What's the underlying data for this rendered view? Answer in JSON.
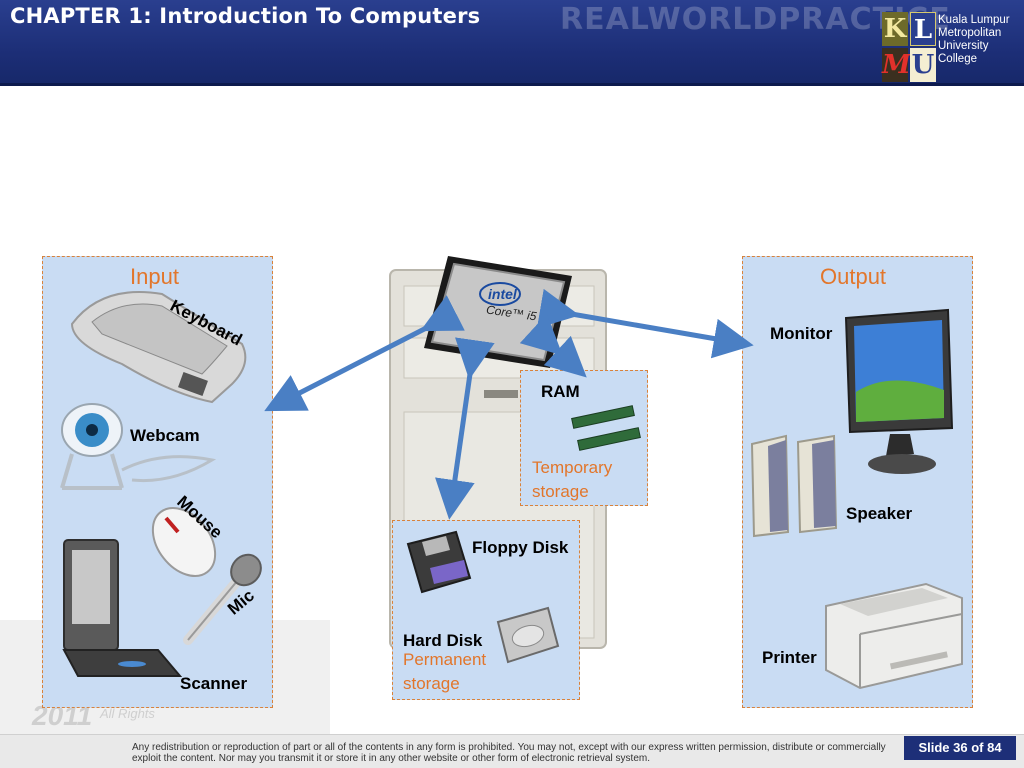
{
  "header": {
    "title": "CHAPTER 1: Introduction To Computers",
    "tagline": "REALWORLDPRACTICE",
    "logo_letters": [
      "K",
      "L",
      "M",
      "U"
    ],
    "logo_lines": [
      "Kuala Lumpur",
      "Metropolitan",
      "University",
      "College"
    ]
  },
  "diagram": {
    "input": {
      "heading": "Input",
      "devices": [
        "Keyboard",
        "Webcam",
        "Mouse",
        "Mic",
        "Scanner"
      ]
    },
    "processor": {
      "brand": "intel",
      "model": "Core™ i5"
    },
    "ram": {
      "label": "RAM",
      "note": [
        "Temporary",
        "storage"
      ]
    },
    "storage": {
      "devices": [
        "Floppy Disk",
        "Hard Disk"
      ],
      "note": [
        "Permanent",
        "storage"
      ]
    },
    "output": {
      "heading": "Output",
      "devices": [
        "Monitor",
        "Speaker",
        "Printer"
      ]
    }
  },
  "watermark": {
    "year": "2011",
    "text": "All Rights"
  },
  "footer": {
    "notice": "Any redistribution or reproduction of part or all of the contents in any form is prohibited. You may not, except with our express written permission, distribute or commercially exploit the content. Nor may you transmit it or store it in any other website or other form of electronic retrieval system.",
    "slide_label": "Slide 36 of 84"
  },
  "colors": {
    "header": "#1d2f78",
    "panel": "#c9dcf3",
    "panel_border": "#d9823a",
    "accent_text": "#e2762b",
    "arrow": "#4a7fc4"
  }
}
